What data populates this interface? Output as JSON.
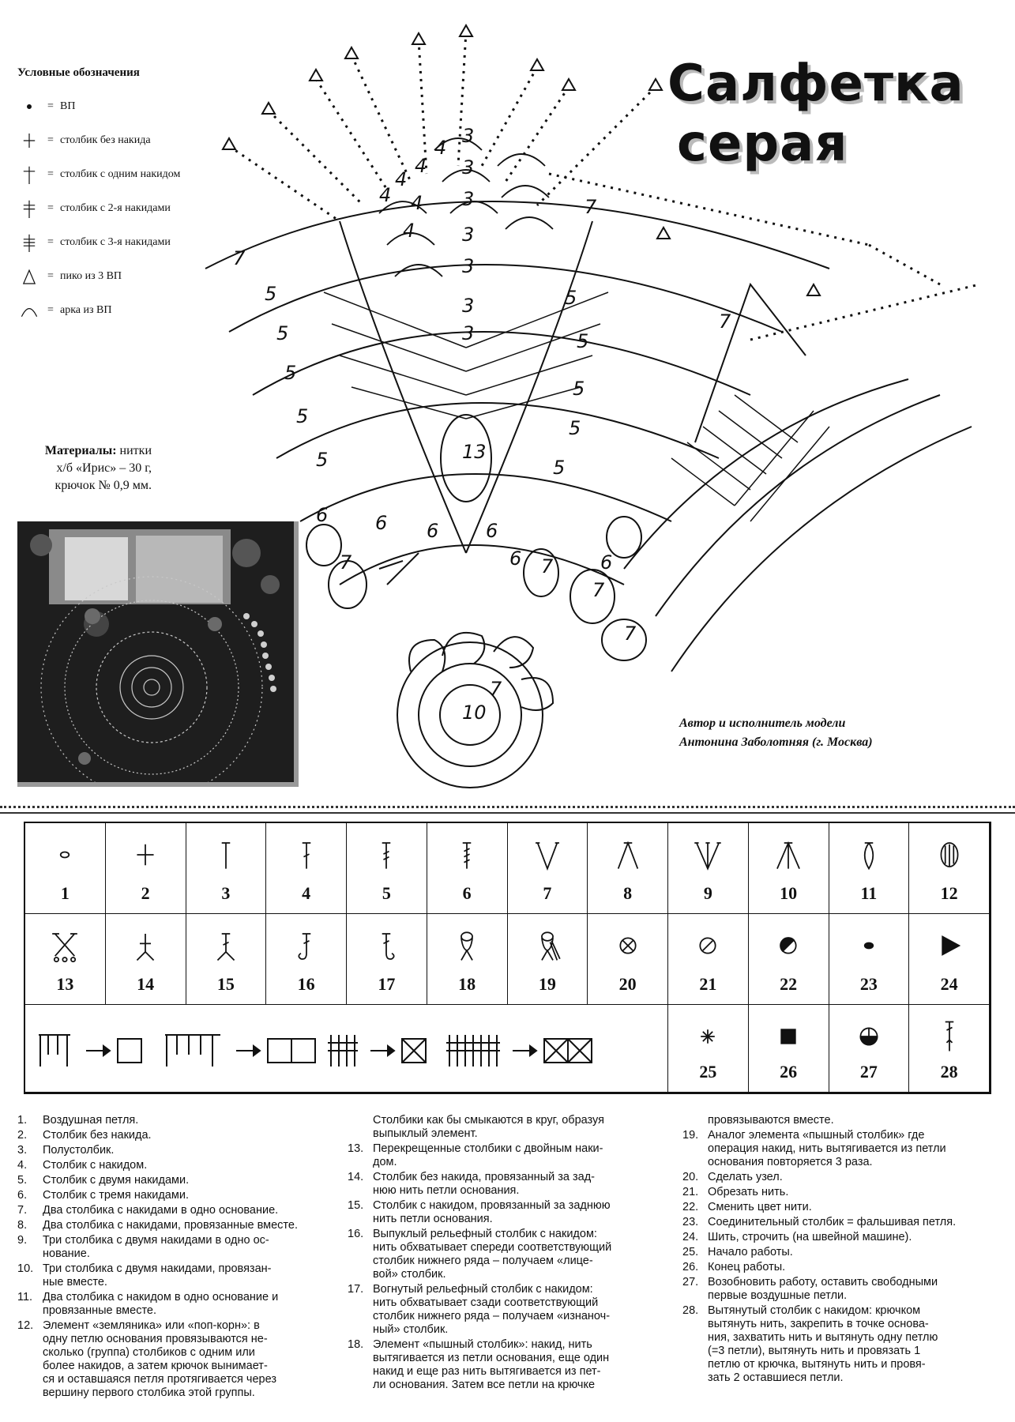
{
  "title": {
    "line1": "Салфетка",
    "line2": "серая"
  },
  "legend": {
    "heading": "Условные обозначения",
    "eq": "=",
    "items": [
      {
        "icon": "dot-icon",
        "label": "ВП"
      },
      {
        "icon": "plus-icon",
        "label": "столбик без накида"
      },
      {
        "icon": "dagger-1-icon",
        "label": "столбик с одним накидом"
      },
      {
        "icon": "dagger-2-icon",
        "label": "столбик с 2-я накидами"
      },
      {
        "icon": "dagger-3-icon",
        "label": "столбик с 3-я накидами"
      },
      {
        "icon": "triangle-icon",
        "label": "пико из 3 ВП"
      },
      {
        "icon": "arc-icon",
        "label": "арка из ВП"
      }
    ]
  },
  "materials": {
    "label": "Материалы:",
    "text1": "нитки",
    "text2": "х/б «Ирис» – 30 г,",
    "text3": "крючок № 0,9 мм."
  },
  "author": {
    "line1": "Автор и исполнитель модели",
    "line2": "Антонина Заболотняя (г. Москва)"
  },
  "diagram_numbers": [
    "3",
    "4",
    "4",
    "4",
    "4",
    "4",
    "4",
    "3",
    "3",
    "3",
    "3",
    "3",
    "3",
    "13",
    "5",
    "5",
    "5",
    "5",
    "5",
    "5",
    "5",
    "5",
    "5",
    "5",
    "6",
    "6",
    "6",
    "6",
    "6",
    "6",
    "7",
    "7",
    "7",
    "7",
    "7",
    "7",
    "7",
    "7",
    "10"
  ],
  "symbols": [
    {
      "n": "1",
      "icon": "chain-oval-icon"
    },
    {
      "n": "2",
      "icon": "plus-icon"
    },
    {
      "n": "3",
      "icon": "half-dc-icon"
    },
    {
      "n": "4",
      "icon": "dc-icon"
    },
    {
      "n": "5",
      "icon": "dtr-icon"
    },
    {
      "n": "6",
      "icon": "ttr-icon"
    },
    {
      "n": "7",
      "icon": "v-icon"
    },
    {
      "n": "8",
      "icon": "inverted-v-icon"
    },
    {
      "n": "9",
      "icon": "triple-v-icon"
    },
    {
      "n": "10",
      "icon": "triple-inverted-v-icon"
    },
    {
      "n": "11",
      "icon": "puff-icon"
    },
    {
      "n": "12",
      "icon": "popcorn-icon"
    },
    {
      "n": "13",
      "icon": "crossed-stitch-icon"
    },
    {
      "n": "14",
      "icon": "back-loop-sc-icon"
    },
    {
      "n": "15",
      "icon": "back-loop-dc-icon"
    },
    {
      "n": "16",
      "icon": "front-post-icon"
    },
    {
      "n": "17",
      "icon": "back-post-icon"
    },
    {
      "n": "18",
      "icon": "bobble-icon"
    },
    {
      "n": "19",
      "icon": "bobble-3-icon"
    },
    {
      "n": "20",
      "icon": "knot-icon"
    },
    {
      "n": "21",
      "icon": "cut-icon"
    },
    {
      "n": "22",
      "icon": "change-color-icon"
    },
    {
      "n": "23",
      "icon": "slip-stitch-icon"
    },
    {
      "n": "24",
      "icon": "sew-icon"
    },
    {
      "n": "25",
      "icon": "start-icon"
    },
    {
      "n": "26",
      "icon": "end-icon"
    },
    {
      "n": "27",
      "icon": "resume-icon"
    },
    {
      "n": "28",
      "icon": "long-dc-icon"
    }
  ],
  "descriptions": {
    "col1": [
      {
        "n": "1.",
        "t": "Воздушная петля."
      },
      {
        "n": "2.",
        "t": "Столбик без накида."
      },
      {
        "n": "3.",
        "t": "Полустолбик."
      },
      {
        "n": "4.",
        "t": "Столбик с накидом."
      },
      {
        "n": "5.",
        "t": "Столбик с двумя накидами."
      },
      {
        "n": "6.",
        "t": "Столбик с тремя накидами."
      },
      {
        "n": "7.",
        "t": "Два столбика с накидами в одно основание."
      },
      {
        "n": "8.",
        "t": "Два столбика с накидами, провязанные вместе."
      },
      {
        "n": "9.",
        "t": "Три столбика с двумя накидами в одно ос-\nнование."
      },
      {
        "n": "10.",
        "t": "Три столбика с двумя накидами, провязан-\nные вместе."
      },
      {
        "n": "11.",
        "t": "Два столбика с накидом в одно основание и\nпровязанные вместе."
      },
      {
        "n": "12.",
        "t": "Элемент «земляника» или «поп-корн»: в\nодну петлю основания провязываются не-\nсколько (группа) столбиков с одним или\nболее накидов, а затем крючок вынимает-\nся и оставшаяся петля протягивается через\nвершину первого столбика этой группы."
      }
    ],
    "col2_cont": "Столбики как бы смыкаются в круг, образуя\nвыпыклый элемент.",
    "col2": [
      {
        "n": "13.",
        "t": "Перекрещенные столбики с двойным наки-\nдом."
      },
      {
        "n": "14.",
        "t": "Столбик без накида, провязанный за зад-\nнюю нить петли основания."
      },
      {
        "n": "15.",
        "t": "Столбик с накидом, провязанный за заднюю\nнить петли основания."
      },
      {
        "n": "16.",
        "t": "Выпуклый рельефный столбик с накидом:\nнить обхватывает спереди соответствующий\nстолбик нижнего ряда – получаем «лице-\nвой» столбик."
      },
      {
        "n": "17.",
        "t": "Вогнутый рельефный столбик с накидом:\nнить обхватывает сзади соответствующий\nстолбик нижнего ряда – получаем «изнаноч-\nный» столбик."
      },
      {
        "n": "18.",
        "t": "Элемент «пышный столбик»: накид, нить\nвытягивается из петли основания, еще один\nнакид и еще раз нить вытягивается из пет-\nли основания. Затем все петли на крючке"
      }
    ],
    "col3_cont": "провязываются вместе.",
    "col3": [
      {
        "n": "19.",
        "t": "Аналог элемента «пышный столбик» где\nоперация накид, нить вытягивается из петли\nоснования повторяется 3 раза."
      },
      {
        "n": "20.",
        "t": "Сделать узел."
      },
      {
        "n": "21.",
        "t": "Обрезать нить."
      },
      {
        "n": "22.",
        "t": "Сменить цвет нити."
      },
      {
        "n": "23.",
        "t": "Соединительный столбик = фальшивая петля."
      },
      {
        "n": "24.",
        "t": "Шить, строчить (на швейной машине)."
      },
      {
        "n": "25.",
        "t": "Начало работы."
      },
      {
        "n": "26.",
        "t": "Конец работы."
      },
      {
        "n": "27.",
        "t": "Возобновить работу, оставить свободными\nпервые воздушные петли."
      },
      {
        "n": "28.",
        "t": "Вытянутый столбик с накидом: крючком\nвытянуть нить, закрепить в точке основа-\nния, захватить нить и вытянуть одну петлю\n(=3 петли), вытянуть нить и провязать 1\nпетлю от крючка, вытянуть нить и провя-\nзать 2 оставшиеся петли."
      }
    ]
  }
}
